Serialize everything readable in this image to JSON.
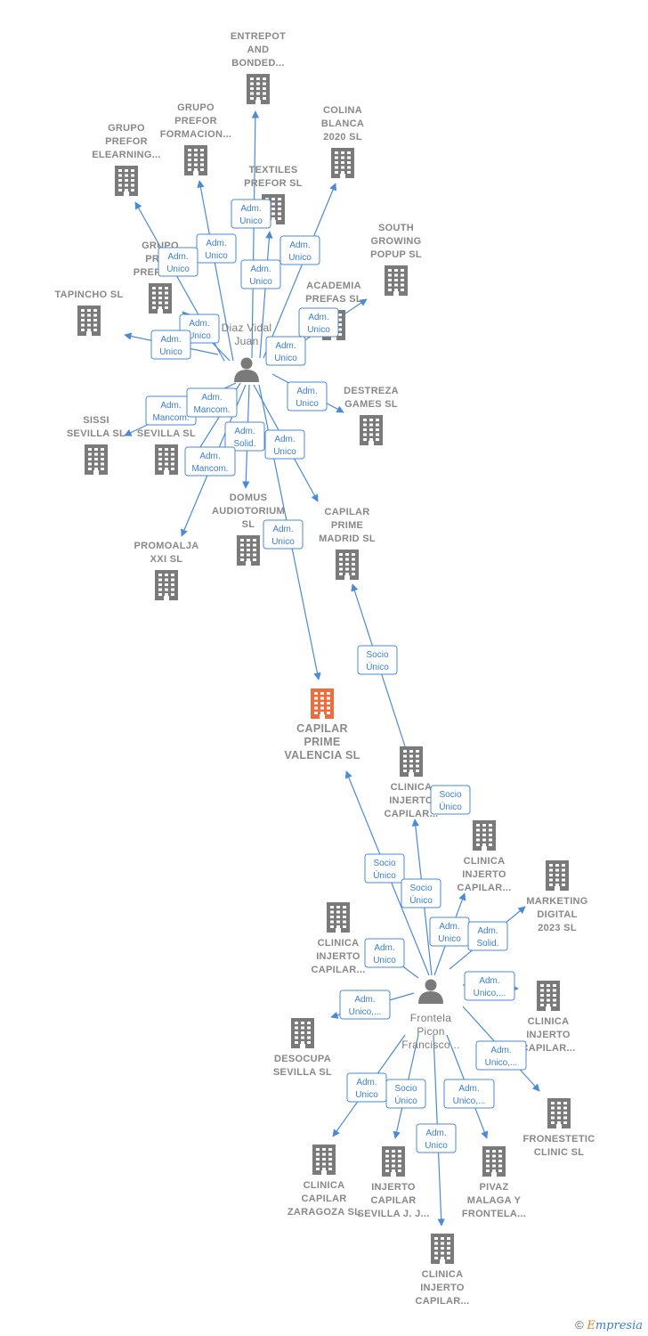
{
  "colors": {
    "building": "#7a7a7a",
    "main_building": "#f26b3a",
    "edge": "#4a8ad8",
    "label": "#888888"
  },
  "people": [
    {
      "id": "p1",
      "lines": [
        "Diaz Vidal",
        "Juan"
      ]
    },
    {
      "id": "p2",
      "lines": [
        "Frontela",
        "Picon",
        "Francisco..."
      ]
    }
  ],
  "companies": [
    {
      "id": "entrepot",
      "lines": [
        "ENTREPOT",
        "AND",
        "BONDED..."
      ]
    },
    {
      "id": "grupo_prefor_formacion",
      "lines": [
        "GRUPO",
        "PREFOR",
        "FORMACION..."
      ]
    },
    {
      "id": "colina",
      "lines": [
        "COLINA",
        "BLANCA",
        "2020  SL"
      ]
    },
    {
      "id": "grupo_prefor_elearning",
      "lines": [
        "GRUPO",
        "PREFOR",
        "ELEARNING..."
      ]
    },
    {
      "id": "textiles",
      "lines": [
        "TEXTILES",
        "PREFOR  SL"
      ]
    },
    {
      "id": "south",
      "lines": [
        "SOUTH",
        "GROWING",
        "POPUP  SL"
      ]
    },
    {
      "id": "grupo_prepris",
      "lines": [
        "GRUPO",
        "PRE...",
        "PREPRIS..."
      ]
    },
    {
      "id": "tapincho",
      "lines": [
        "TAPINCHO  SL"
      ]
    },
    {
      "id": "academia",
      "lines": [
        "ACADEMIA",
        "PREFAS  SL"
      ]
    },
    {
      "id": "destreza",
      "lines": [
        "DESTREZA",
        "GAMES  SL"
      ]
    },
    {
      "id": "sissi",
      "lines": [
        "SISSI",
        "SEVILLA  SL"
      ]
    },
    {
      "id": "c_sevilla",
      "lines": [
        "C...",
        "SEVILLA  SL"
      ]
    },
    {
      "id": "domus",
      "lines": [
        "DOMUS",
        "AUDIOTORIUM",
        "SL"
      ]
    },
    {
      "id": "capilar_madrid",
      "lines": [
        "CAPILAR",
        "PRIME",
        "MADRID  SL"
      ]
    },
    {
      "id": "promoalja",
      "lines": [
        "PROMOALJA",
        "XXI  SL"
      ]
    },
    {
      "id": "capilar_valencia",
      "lines": [
        "CAPILAR",
        "PRIME",
        "VALENCIA  SL"
      ],
      "main": true
    },
    {
      "id": "clinica_injerto_1",
      "lines": [
        "CLINICA",
        "INJERTO",
        "CAPILAR..."
      ]
    },
    {
      "id": "clinica_injerto_2",
      "lines": [
        "CLINICA",
        "INJERTO",
        "CAPILAR..."
      ]
    },
    {
      "id": "marketing",
      "lines": [
        "MARKETING",
        "DIGITAL",
        "2023  SL"
      ]
    },
    {
      "id": "clinica_injerto_3",
      "lines": [
        "CLINICA",
        "INJERTO",
        "CAPILAR..."
      ]
    },
    {
      "id": "clinica_injerto_4",
      "lines": [
        "CLINICA",
        "INJERTO",
        "CAPILAR..."
      ]
    },
    {
      "id": "desocupa",
      "lines": [
        "DESOCUPA",
        "SEVILLA  SL"
      ]
    },
    {
      "id": "fronestetic",
      "lines": [
        "FRONESTETIC",
        "CLINIC  SL"
      ]
    },
    {
      "id": "clinica_zaragoza",
      "lines": [
        "CLINICA",
        "CAPILAR",
        "ZARAGOZA  SL"
      ]
    },
    {
      "id": "injerto_sevilla",
      "lines": [
        "INJERTO",
        "CAPILAR",
        "SEVILLA J. J..."
      ]
    },
    {
      "id": "pivaz",
      "lines": [
        "PIVAZ",
        "MALAGA Y",
        "FRONTELA..."
      ]
    },
    {
      "id": "clinica_injerto_5",
      "lines": [
        "CLINICA",
        "INJERTO",
        "CAPILAR..."
      ]
    }
  ],
  "roles": [
    {
      "id": "r1",
      "lines": [
        "Adm.",
        "Unico"
      ]
    },
    {
      "id": "r2",
      "lines": [
        "Adm.",
        "Unico"
      ]
    },
    {
      "id": "r3",
      "lines": [
        "Adm.",
        "Unico"
      ]
    },
    {
      "id": "r4",
      "lines": [
        "Adm.",
        "Unico"
      ]
    },
    {
      "id": "r5",
      "lines": [
        "Adm.",
        "Unico"
      ]
    },
    {
      "id": "r6",
      "lines": [
        "Adm.",
        "Unico"
      ]
    },
    {
      "id": "r7",
      "lines": [
        "Adm.",
        "Unico"
      ]
    },
    {
      "id": "r8",
      "lines": [
        "Adm.",
        "Unico"
      ]
    },
    {
      "id": "r9",
      "lines": [
        "Adm.",
        "Unico"
      ]
    },
    {
      "id": "r10",
      "lines": [
        "Adm.",
        "Unico"
      ]
    },
    {
      "id": "r11",
      "lines": [
        "Adm.",
        "Mancom."
      ]
    },
    {
      "id": "r12",
      "lines": [
        "Adm.",
        "Mancom."
      ]
    },
    {
      "id": "r13",
      "lines": [
        "Adm.",
        "Solid."
      ]
    },
    {
      "id": "r14",
      "lines": [
        "Adm.",
        "Unico"
      ]
    },
    {
      "id": "r15",
      "lines": [
        "Adm.",
        "Mancom."
      ]
    },
    {
      "id": "r16",
      "lines": [
        "Adm.",
        "Unico"
      ]
    },
    {
      "id": "r17",
      "lines": [
        "Socio",
        "Único"
      ]
    },
    {
      "id": "r18",
      "lines": [
        "Socio",
        "Único"
      ]
    },
    {
      "id": "r19",
      "lines": [
        "Socio",
        "Único"
      ]
    },
    {
      "id": "r20",
      "lines": [
        "Socio",
        "Único"
      ]
    },
    {
      "id": "r21",
      "lines": [
        "Adm.",
        "Unico"
      ]
    },
    {
      "id": "r22",
      "lines": [
        "Adm.",
        "Solid."
      ]
    },
    {
      "id": "r23",
      "lines": [
        "Adm.",
        "Unico"
      ]
    },
    {
      "id": "r24",
      "lines": [
        "Adm.",
        "Unico,..."
      ]
    },
    {
      "id": "r25",
      "lines": [
        "Adm.",
        "Unico,..."
      ]
    },
    {
      "id": "r26",
      "lines": [
        "Adm.",
        "Unico,..."
      ]
    },
    {
      "id": "r27",
      "lines": [
        "Adm.",
        "Unico"
      ]
    },
    {
      "id": "r28",
      "lines": [
        "Socio",
        "Único"
      ]
    },
    {
      "id": "r29",
      "lines": [
        "Adm.",
        "Unico,..."
      ]
    },
    {
      "id": "r30",
      "lines": [
        "Adm.",
        "Unico"
      ]
    }
  ],
  "footer": {
    "copyright": "©",
    "brand_e": "E",
    "brand_rest": "mpresia"
  }
}
